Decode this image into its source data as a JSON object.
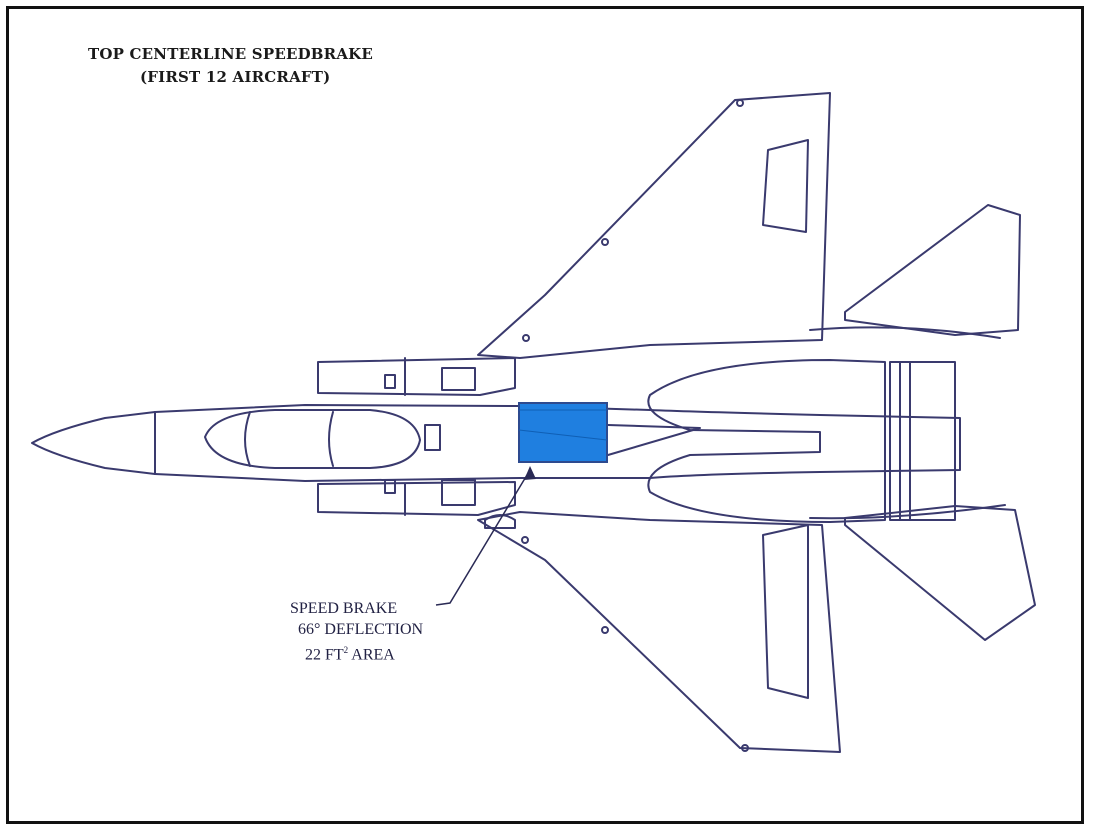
{
  "diagram": {
    "title_line1": "TOP CENTERLINE SPEEDBRAKE",
    "title_line2": "(FIRST 12 AIRCRAFT)",
    "callout": {
      "line1": "SPEED BRAKE",
      "line2": "66° DEFLECTION",
      "line3_value": "22 FT",
      "line3_sup": "2",
      "line3_suffix": " AREA"
    }
  },
  "colors": {
    "outline": "#3a3a6e",
    "speedbrake": "#1f7fe0",
    "frame": "#111111"
  }
}
